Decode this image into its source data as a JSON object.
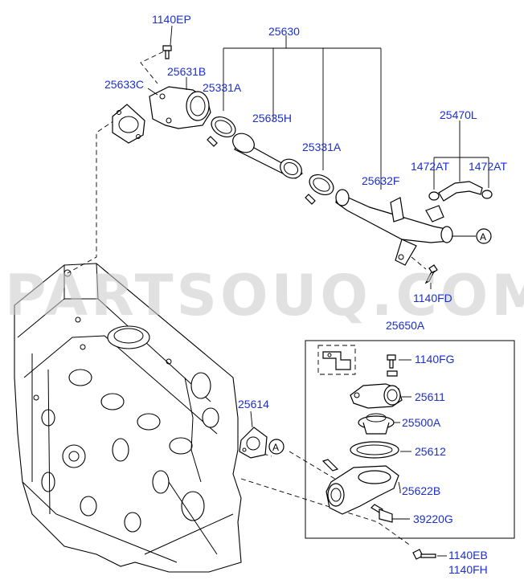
{
  "watermark": "PARTSOUQ.COM",
  "labels": {
    "p1140EP": "1140EP",
    "p25630": "25630",
    "p25631B": "25631B",
    "p25633C": "25633C",
    "p25331A_1": "25331A",
    "p25635H": "25635H",
    "p25331A_2": "25331A",
    "p25632F": "25632F",
    "p25470L": "25470L",
    "p1472AT_1": "1472AT",
    "p1472AT_2": "1472AT",
    "pA_1": "A",
    "p1140FD": "1140FD",
    "p25650A": "25650A",
    "p1140FG": "1140FG",
    "p25611": "25611",
    "p25500A": "25500A",
    "p25612": "25612",
    "p25622B": "25622B",
    "p39220G": "39220G",
    "p25614": "25614",
    "pA_2": "A",
    "p1140EB": "1140EB",
    "p1140FH": "1140FH"
  },
  "colors": {
    "label": "#1a2fd0",
    "line": "#000000",
    "watermark": "#c8c8c8"
  }
}
